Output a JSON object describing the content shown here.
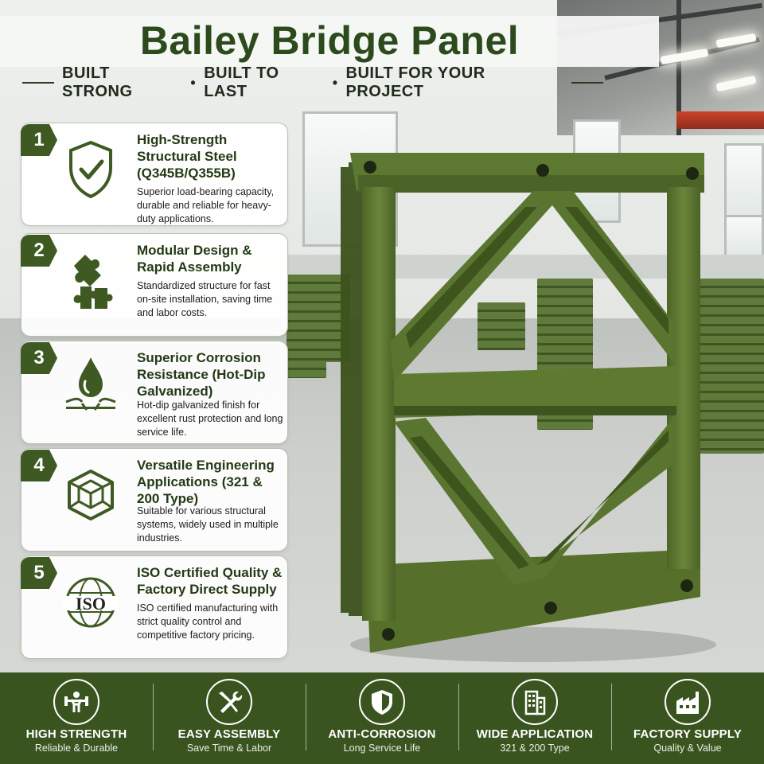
{
  "header": {
    "title": "Bailey Bridge Panel",
    "tagline": [
      "BUILT STRONG",
      "BUILT TO LAST",
      "BUILT FOR YOUR PROJECT"
    ],
    "separator": "•"
  },
  "features": [
    {
      "number": "1",
      "icon": "shield-check-icon",
      "title": "High-Strength Structural Steel (Q345B/Q355B)",
      "description": "Superior load-bearing capacity, durable and reliable for heavy-duty applications."
    },
    {
      "number": "2",
      "icon": "puzzle-pieces-icon",
      "title": "Modular Design & Rapid Assembly",
      "description": "Standardized structure for fast on-site installation, saving time and labor costs."
    },
    {
      "number": "3",
      "icon": "water-drop-icon",
      "title": "Superior Corrosion Resistance (Hot-Dip Galvanized)",
      "description": "Hot-dip galvanized finish for excellent rust protection and long service life."
    },
    {
      "number": "4",
      "icon": "cube-icon",
      "title": "Versatile Engineering Applications (321 & 200 Type)",
      "description": "Suitable for various structural systems, widely used in multiple industries."
    },
    {
      "number": "5",
      "icon": "iso-globe-icon",
      "icon_text": "ISO",
      "title": "ISO Certified Quality & Factory Direct Supply",
      "description": "ISO certified manufacturing with strict quality control and competitive factory pricing."
    }
  ],
  "bottom_bar": [
    {
      "icon": "weightlifter-icon",
      "label": "HIGH STRENGTH",
      "sub": "Reliable & Durable"
    },
    {
      "icon": "wrench-screwdriver-icon",
      "label": "EASY ASSEMBLY",
      "sub": "Save Time & Labor"
    },
    {
      "icon": "shield-icon",
      "label": "ANTI-CORROSION",
      "sub": "Long Service Life"
    },
    {
      "icon": "buildings-icon",
      "label": "WIDE APPLICATION",
      "sub": "321 & 200 Type"
    },
    {
      "icon": "factory-icon",
      "label": "FACTORY SUPPLY",
      "sub": "Quality & Value"
    }
  ],
  "colors": {
    "brand_green": "#3a5420",
    "title_green": "#2c4a1c",
    "panel_green": "#56702c"
  }
}
